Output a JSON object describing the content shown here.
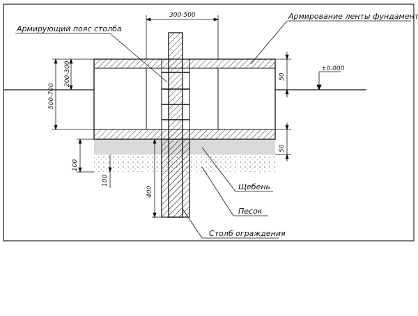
{
  "labels": {
    "reinforcing_belt": "Армирующий пояс столба",
    "tape_reinforcement": "Армирование ленты фундамента",
    "crushed_stone": "Щебень",
    "sand": "Песок",
    "fence_post": "Столб ограждения"
  },
  "dimensions": {
    "post_width": "300-500",
    "total_depth": "500-700",
    "upper_part": "200-300",
    "top_offset": "50",
    "bottom_offset": "50",
    "level": "±0.000",
    "sand_layer": "100",
    "stone_layer": "100",
    "post_embed": "400"
  }
}
